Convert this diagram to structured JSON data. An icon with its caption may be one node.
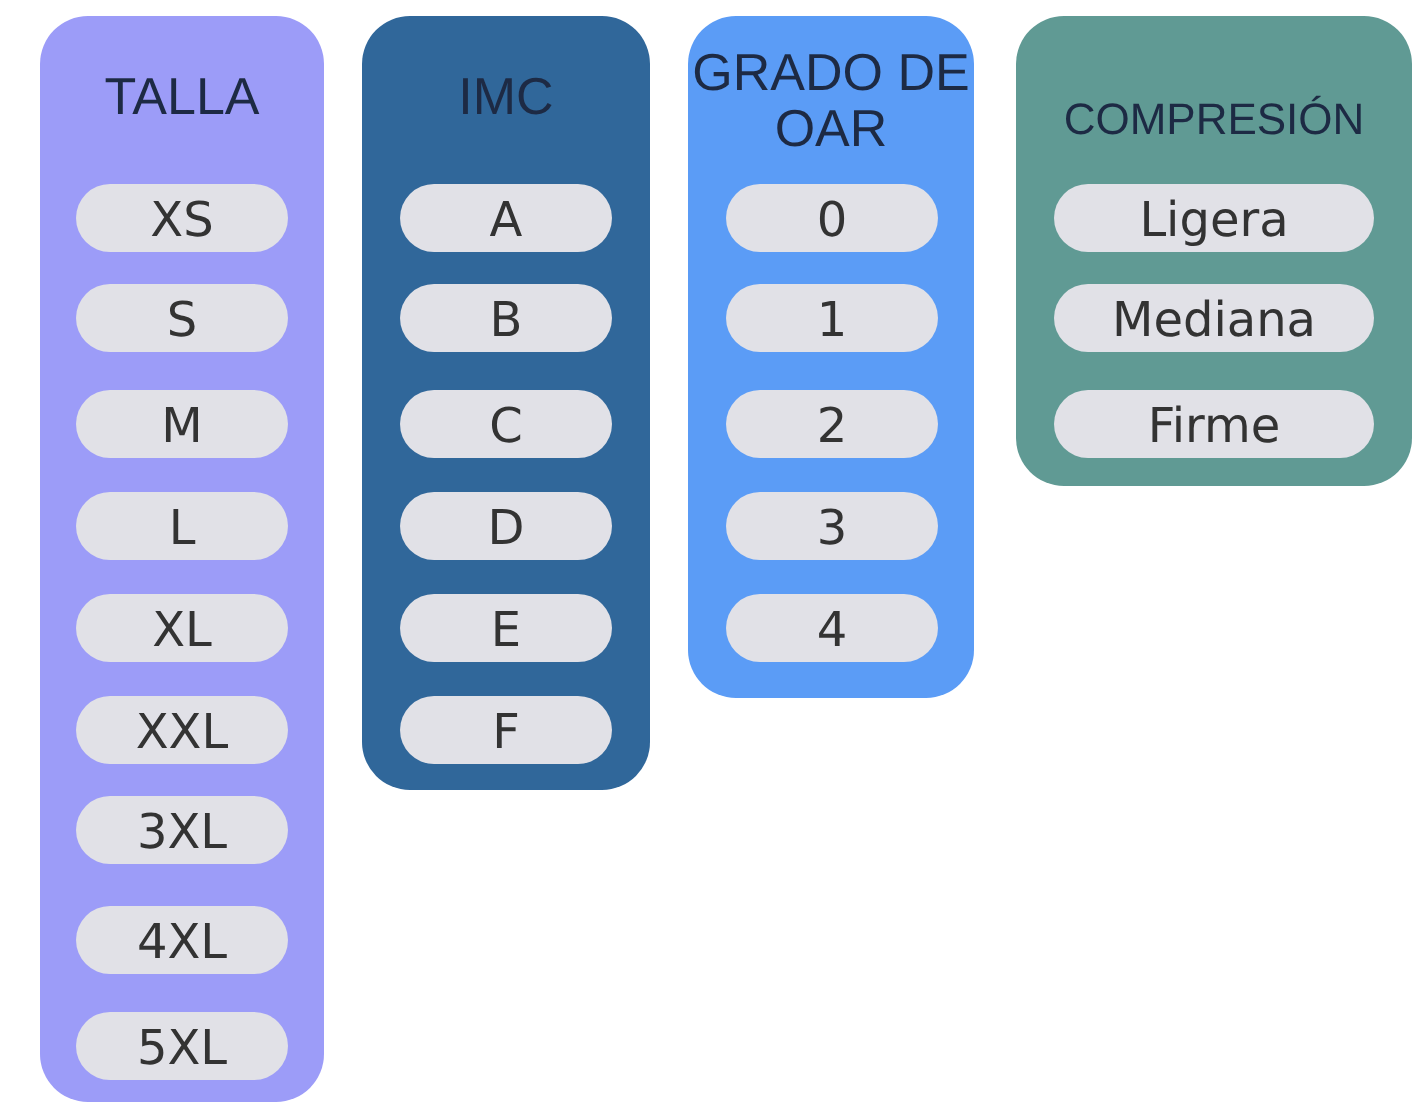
{
  "diagram": {
    "nodes": [
      {
        "text": [
          "TALLA"
        ]
      },
      {
        "text": [
          "XS"
        ],
        "in": 0
      },
      {
        "text": [
          "S"
        ],
        "in": 0
      },
      {
        "text": [
          "M"
        ],
        "in": 0
      },
      {
        "text": [
          "L"
        ],
        "in": 0
      },
      {
        "text": [
          "XL"
        ],
        "in": 0
      },
      {
        "text": [
          "XXL"
        ],
        "in": 0
      },
      {
        "text": [
          "3XL"
        ],
        "in": 0
      },
      {
        "text": [
          "4XL"
        ],
        "in": 0
      },
      {
        "text": [
          "5XL"
        ],
        "in": 0
      },
      {
        "text": [
          "IMC"
        ]
      },
      {
        "text": [
          "A"
        ],
        "in": 10
      },
      {
        "text": [
          "B"
        ],
        "in": 10
      },
      {
        "text": [
          "C"
        ],
        "in": 10
      },
      {
        "text": [
          "D"
        ],
        "in": 10
      },
      {
        "text": [
          "E"
        ],
        "in": 10
      },
      {
        "text": [
          "F"
        ],
        "in": 10
      },
      {
        "text": [
          "GRADO DE OAR"
        ]
      },
      {
        "text": [
          "0"
        ],
        "in": 17
      },
      {
        "text": [
          "1"
        ],
        "in": 17
      },
      {
        "text": [
          "2"
        ],
        "in": 17
      },
      {
        "text": [
          "3"
        ],
        "in": 17
      },
      {
        "text": [
          "4"
        ],
        "in": 17
      },
      {
        "text": [
          "COMPRESIÓN"
        ]
      },
      {
        "text": [
          "Ligera"
        ],
        "in": 23
      },
      {
        "text": [
          "Mediana"
        ],
        "in": 23
      },
      {
        "text": [
          "Firme"
        ],
        "in": 23
      }
    ],
    "edges": []
  }
}
